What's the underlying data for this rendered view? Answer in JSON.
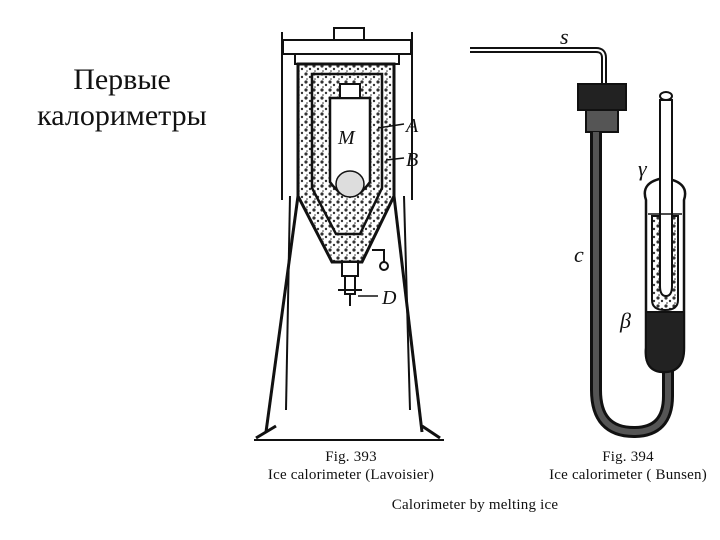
{
  "slide": {
    "title_line1": "Первые",
    "title_line2": "калориметры"
  },
  "figure393": {
    "number": "Fig. 393",
    "caption": "Ice calorimeter (Lavoisier)",
    "labels": {
      "M": "M",
      "A": "A",
      "B": "B",
      "D": "D"
    }
  },
  "figure394": {
    "number": "Fig. 394",
    "caption": "Ice calorimeter ( Bunsen)",
    "labels": {
      "s": "s",
      "gamma": "γ",
      "c": "c",
      "beta": "β"
    }
  },
  "bottom_caption": "Calorimeter by melting ice",
  "colors": {
    "ink": "#111111",
    "background": "#ffffff",
    "ice": "#555555"
  }
}
